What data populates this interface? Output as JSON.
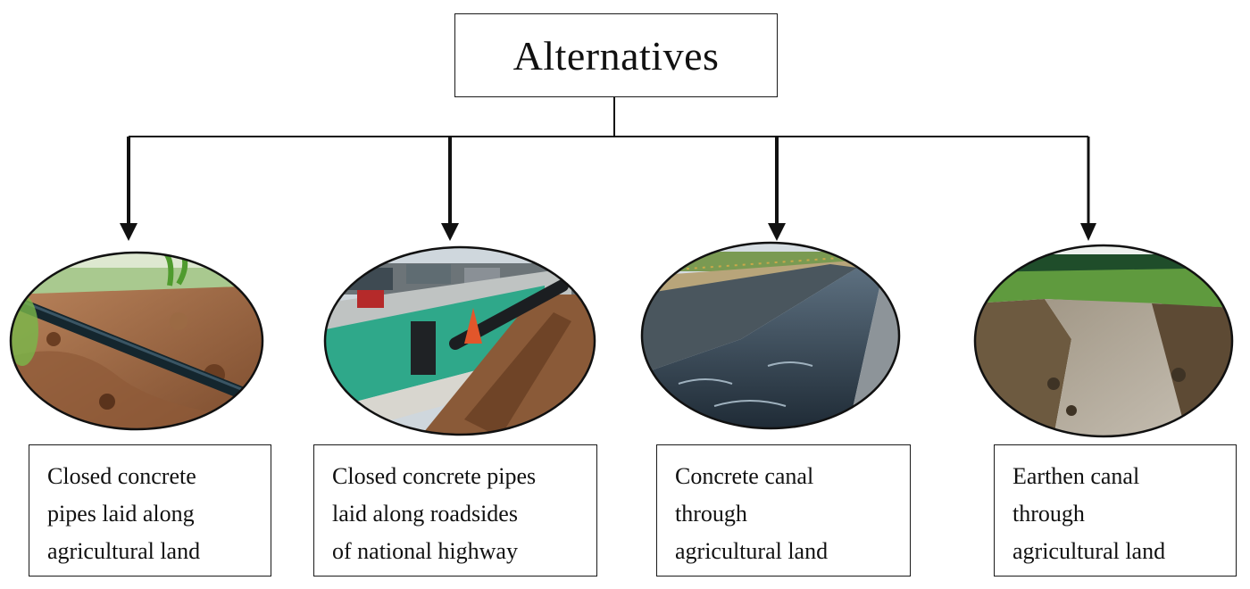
{
  "root": {
    "title": "Alternatives"
  },
  "alternatives": [
    {
      "lines": [
        "Closed concrete",
        "pipes laid along",
        "agricultural land"
      ],
      "image": "drip-pipe-in-soil-photo"
    },
    {
      "lines": [
        "Closed concrete pipes",
        "laid along roadsides",
        "of national highway"
      ],
      "image": "roadside-pipe-trench-photo"
    },
    {
      "lines": [
        "Concrete canal",
        "through",
        "agricultural land"
      ],
      "image": "lined-concrete-canal-photo"
    },
    {
      "lines": [
        "Earthen canal",
        "through",
        "agricultural land"
      ],
      "image": "earthen-canal-photo"
    }
  ],
  "colors": {
    "line": "#111111",
    "box_border": "#1a1a1a",
    "background": "#ffffff"
  }
}
